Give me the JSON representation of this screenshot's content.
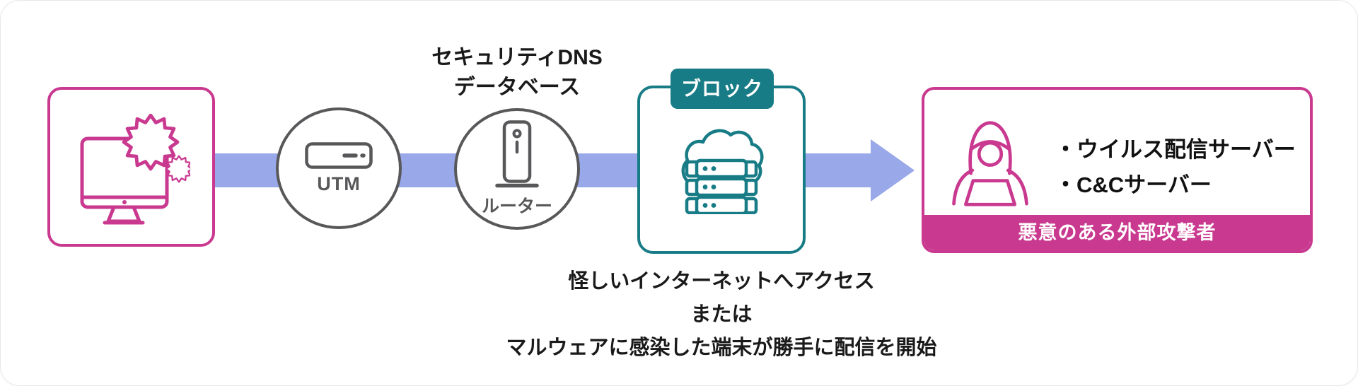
{
  "diagram": {
    "device_box": {
      "description": "infected client device"
    },
    "utm": {
      "label": "UTM"
    },
    "router": {
      "label": "ルーター"
    },
    "security_dns": {
      "line1": "セキュリティDNS",
      "line2": "データベース"
    },
    "block": {
      "tab_label": "ブロック"
    },
    "attacker": {
      "items": [
        "・ウイルス配信サーバー",
        "・C&Cサーバー"
      ],
      "banner": "悪意のある外部攻撃者"
    },
    "caption": {
      "line1": "怪しいインターネットへアクセス",
      "line2": "または",
      "line3": "マルウェアに感染した端末が勝手に配信を開始"
    }
  },
  "icons": {
    "device": "monitor-with-malware-gears-icon",
    "utm": "utm-appliance-icon",
    "router": "router-icon",
    "block": "cloud-server-rack-icon",
    "attacker": "hooded-hacker-laptop-icon",
    "flow": "right-arrow"
  },
  "colors": {
    "pink": "#C9398F",
    "teal": "#187C86",
    "arrow_blue": "#98A8E8",
    "gray": "#58585A",
    "text": "#1A1A1A"
  }
}
